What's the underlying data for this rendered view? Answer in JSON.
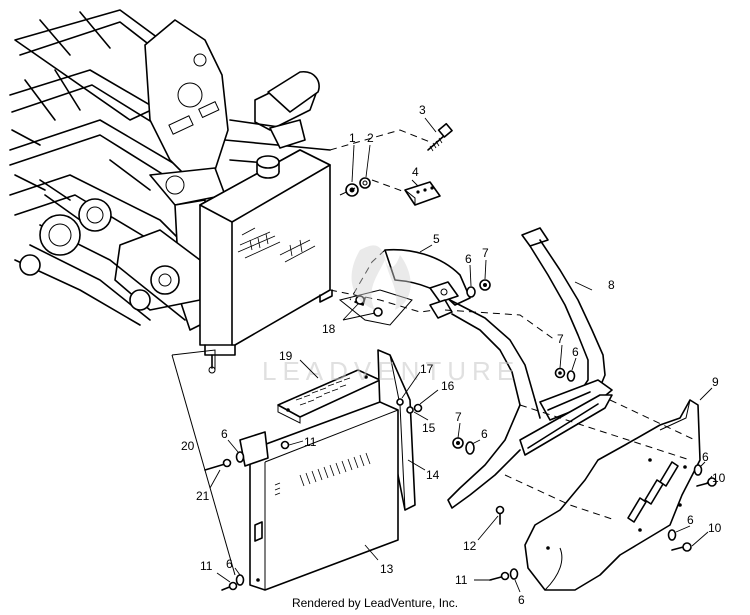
{
  "diagram": {
    "callouts": {
      "c1": "1",
      "c2": "2",
      "c3": "3",
      "c4": "4",
      "c5": "5",
      "c6a": "6",
      "c7a": "7",
      "c8": "8",
      "c18": "18",
      "c7b": "7",
      "c6b": "6",
      "c9": "9",
      "c19": "19",
      "c17": "17",
      "c16": "16",
      "c15": "15",
      "c7c": "7",
      "c6c": "6",
      "c20": "20",
      "c6d": "6",
      "c11a": "11",
      "c21": "21",
      "c14": "14",
      "c12": "12",
      "c13": "13",
      "c6e": "6",
      "c10a": "10",
      "c6f": "6",
      "c10b": "10",
      "c11b": "11",
      "c6g": "6",
      "c11c": "11",
      "c6h": "6"
    }
  },
  "watermark": {
    "text": "LEADVENTURE"
  },
  "footer": {
    "text": "Rendered by LeadVenture, Inc."
  }
}
